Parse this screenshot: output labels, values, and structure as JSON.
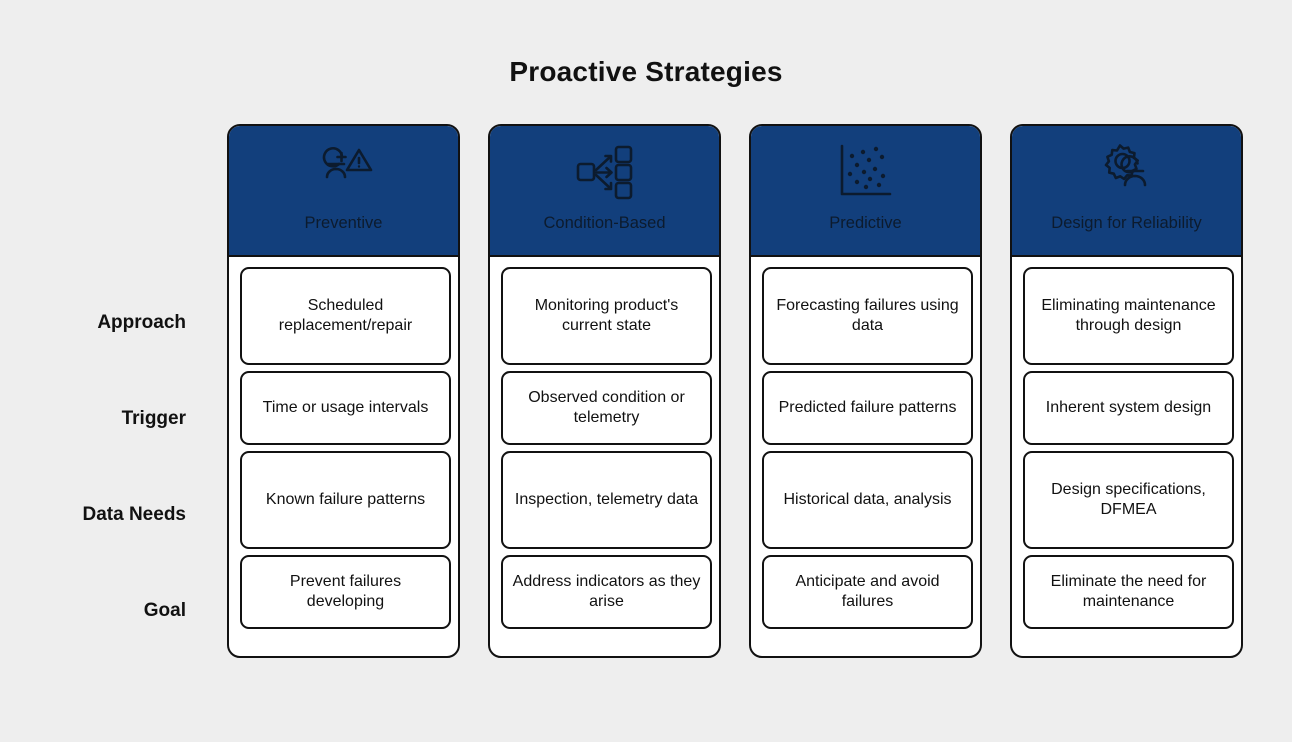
{
  "title": "Proactive Strategies",
  "colors": {
    "background": "#eeeeee",
    "header_blue": "#123f7c",
    "outline": "#111111",
    "card_fill": "#ffffff"
  },
  "row_labels": [
    "Approach",
    "Trigger",
    "Data Needs",
    "Goal"
  ],
  "columns": [
    {
      "title": "Preventive",
      "icon": "worker-warning-icon",
      "cells": [
        "Scheduled replacement/repair",
        "Time or usage intervals",
        "Known failure patterns",
        "Prevent failures developing"
      ]
    },
    {
      "title": "Condition-Based",
      "icon": "branching-nodes-icon",
      "cells": [
        "Monitoring product's current state",
        "Observed condition or telemetry",
        "Inspection, telemetry data",
        "Address indicators as they arise"
      ]
    },
    {
      "title": "Predictive",
      "icon": "scatter-plot-icon",
      "cells": [
        "Forecasting failures using data",
        "Predicted failure patterns",
        "Historical data, analysis",
        "Anticipate and avoid failures"
      ]
    },
    {
      "title": "Design for Reliability",
      "icon": "gear-worker-icon",
      "cells": [
        "Eliminating maintenance through design",
        "Inherent system design",
        "Design specifications, DFMEA",
        "Eliminate the need for maintenance"
      ]
    }
  ]
}
